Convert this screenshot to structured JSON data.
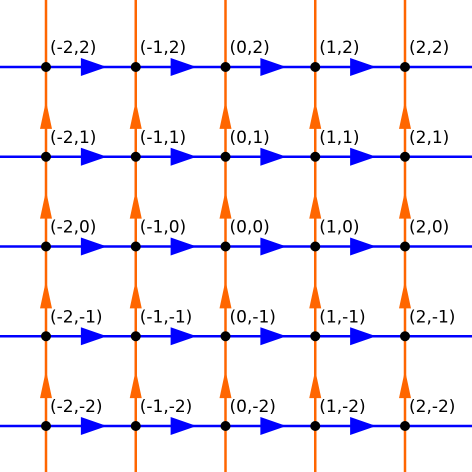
{
  "diagram": {
    "type": "directed-lattice-graph",
    "colors": {
      "horizontal_edges": "#0000ff",
      "vertical_edges": "#ff6600",
      "nodes": "#000000",
      "labels": "#000000",
      "background": "#ffffff"
    },
    "x_values": [
      -2,
      -1,
      0,
      1,
      2
    ],
    "y_values": [
      -2,
      -1,
      0,
      1,
      2
    ],
    "horizontal_edge_direction": "right",
    "vertical_edge_direction": "up",
    "nodes": [
      {
        "label": "(-2,2)"
      },
      {
        "label": "(-1,2)"
      },
      {
        "label": "(0,2)"
      },
      {
        "label": "(1,2)"
      },
      {
        "label": "(2,2)"
      },
      {
        "label": "(-2,1)"
      },
      {
        "label": "(-1,1)"
      },
      {
        "label": "(0,1)"
      },
      {
        "label": "(1,1)"
      },
      {
        "label": "(2,1)"
      },
      {
        "label": "(-2,0)"
      },
      {
        "label": "(-1,0)"
      },
      {
        "label": "(0,0)"
      },
      {
        "label": "(1,0)"
      },
      {
        "label": "(2,0)"
      },
      {
        "label": "(-2,-1)"
      },
      {
        "label": "(-1,-1)"
      },
      {
        "label": "(0,-1)"
      },
      {
        "label": "(1,-1)"
      },
      {
        "label": "(2,-1)"
      },
      {
        "label": "(-2,-2)"
      },
      {
        "label": "(-1,-2)"
      },
      {
        "label": "(0,-2)"
      },
      {
        "label": "(1,-2)"
      },
      {
        "label": "(2,-2)"
      }
    ]
  }
}
